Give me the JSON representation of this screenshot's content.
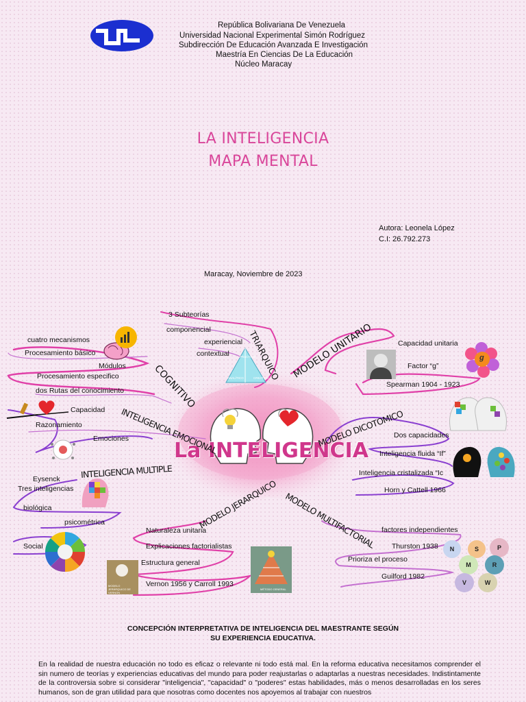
{
  "header": {
    "lines": [
      "República Bolivariana De Venezuela",
      "Universidad Nacional Experimental Simón Rodríguez",
      "Subdirección De Educación Avanzada E Investigación",
      "Maestría En Ciencias De La Educación",
      "Núcleo Maracay"
    ]
  },
  "title": {
    "line1": "LA INTELIGENCIA",
    "line2": "MAPA MENTAL"
  },
  "author": {
    "name": "Autora: Leonela López",
    "id": "C.I: 26.792.273"
  },
  "place_date": "Maracay, Noviembre de 2023",
  "map": {
    "center": "La INTELIGENCIA",
    "branches": {
      "cognitivo": "COGNITIVO",
      "triarquico": "TRIARQUICO",
      "unitario": "MODELO UNITARIO",
      "emocional": "INTELIGENCIA EMOCIONAL",
      "dicotomico": "MODELO DICOTOMICO",
      "multiple": "INTELIGENCIA MULTIPLE",
      "jerarquico": "MODELO JERARQUICO",
      "multifactorial": "MODELO MULTIFACTORIAL"
    },
    "cognitivo_items": [
      "cuatro mecanismos",
      "Procesamiento básico",
      "Módulos",
      "Procesamiento especifico",
      "dos Rutas del conocimiento"
    ],
    "triarquico_items": [
      "3 Subteorías",
      "componencial",
      "experiencial",
      "contextual"
    ],
    "triangle_labels": {
      "top": "PRÁCTICO",
      "left": "ANALÍTICO",
      "right": "CREATIVO"
    },
    "unitario_items": [
      "Capacidad unitaria",
      "Factor “g”",
      "Spearman 1904 - 1923"
    ],
    "g_label": "g",
    "emocional_items": [
      "Capacidad",
      "Razonamiento",
      "Emociones"
    ],
    "dicotomico_items": [
      "Dos capacidades",
      "Inteligencia fluida “If”",
      "Inteligencia cristalizada “Ic",
      "Horn y Cattell 1966"
    ],
    "multiple_items": [
      "Eysenck",
      "Tres inteligencias",
      "biológica",
      "psicométrica",
      "Social"
    ],
    "jerarquico_items": [
      "Naturaleza unitaria",
      "Explicaciones factorialistas",
      "Estructura general",
      "Vernon  1956 y Carroll 1993"
    ],
    "vernon_book_label": "MODELO JERÁRQUICO DE VERNON",
    "pyramid_label": "MÉTODO GENERAL",
    "multifactorial_items": [
      "factores  independientes",
      "Thurston 1938",
      "Prioriza el proceso",
      "Guilford 1982"
    ],
    "factor_circles": [
      "N",
      "S",
      "P",
      "M",
      "R",
      "V",
      "W"
    ]
  },
  "concept": {
    "title_line1": "CONCEPCIÓN INTERPRETATIVA DE INTELIGENCIA DEL MAESTRANTE SEGÚN",
    "title_line2": "SU EXPERIENCIA EDUCATIVA.",
    "paragraph": "En la realidad de nuestra educación no todo es eficaz o relevante ni todo está mal. En la reforma educativa necesitamos comprender el sin numero de teorías y experiencias educativas del mundo para poder reajustarlas o adaptarlas a nuestras necesidades. Indistintamente de la controversia sobre si considerar \"inteligencia\", \"capacidad\" o \"poderes\" estas habilidades, más o menos desarrolladas en los seres humanos, son de gran utilidad para que nosotras como docentes nos apoyemos al trabajar con nuestros"
  },
  "colors": {
    "title": "#d9469a",
    "accent_pink": "#e040a8",
    "accent_purple": "#8a3fd0",
    "logo_blue": "#1b2fd0"
  }
}
